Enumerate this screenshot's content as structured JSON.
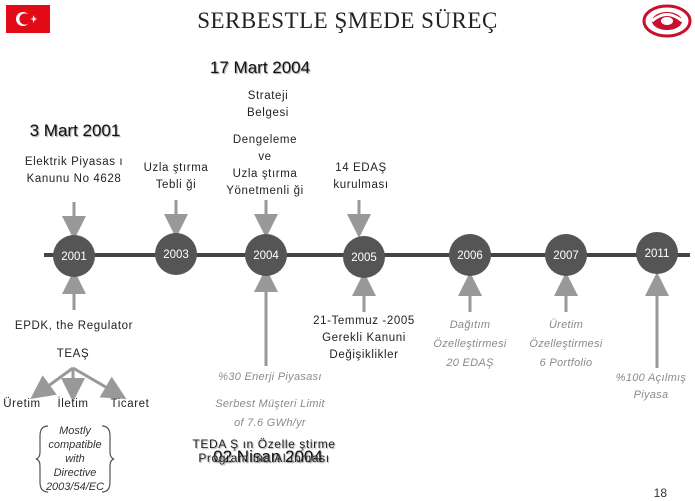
{
  "title": "SERBESTLE ŞMEDE SÜREÇ",
  "page_number": "18",
  "colors": {
    "flag_red": "#e30a17",
    "node": "#555555",
    "line": "#444444",
    "arrow": "#999999"
  },
  "icons": {
    "flag": "turkish-flag-icon",
    "logo": "organization-logo-icon"
  },
  "dates": {
    "d2001": "3 Mart 2001",
    "d2004a": "17 Mart 2004",
    "d2004b": "02 Nisan 2004"
  },
  "timeline": [
    "2001",
    "2003",
    "2004",
    "2005",
    "2006",
    "2007",
    "2011"
  ],
  "above": {
    "law_line1": "Elektrik Piyasas ı",
    "law_line2": "Kanunu No 4628",
    "teblig_line1": "Uzla ştırma",
    "teblig_line2": "Tebli ği",
    "strateji_line1": "Strateji",
    "strateji_line2": "Belgesi",
    "denge_line1": "Dengeleme",
    "denge_line2": "ve",
    "denge_line3": "Uzla ştırma",
    "denge_line4": "Yönetmenli ği",
    "edas_line1": "14 EDAŞ",
    "edas_line2": "kurulması"
  },
  "below": {
    "epdk": "EPDK, the Regulator",
    "teas": "TEAŞ",
    "uretim": "Üretim",
    "iletim": "İletim",
    "ticaret": "Ticaret",
    "compat_line1": "Mostly",
    "compat_line2": "compatible",
    "compat_line3": "with",
    "compat_line4": "Directive",
    "compat_line5": "2003/54/EC",
    "limit_line1": "%30 Enerji Piyasası",
    "limit_line2": "Serbest  Müşteri Limit",
    "limit_line3": "of 7.6  GWh/yr",
    "teda_line1": "TEDA Ş ın Özelle ştirme",
    "teda_line2": "Program ına Al ınması",
    "temmuz_line1": "21-Temmuz -2005",
    "temmuz_line2": "Gerekli Kanuni",
    "temmuz_line3": "Değişiklikler",
    "dagitim_line1": "Dağıtım",
    "dagitim_line2": "Özelleştirmesi",
    "dagitim_line3": "20 EDAŞ",
    "uretim_ozel_line1": "Üretim",
    "uretim_ozel_line2": "Özelleştirmesi",
    "uretim_ozel_line3": "6  Portfolio",
    "acilmis_line1": "%100 Açılmış",
    "acilmis_line2": "Piyasa"
  }
}
